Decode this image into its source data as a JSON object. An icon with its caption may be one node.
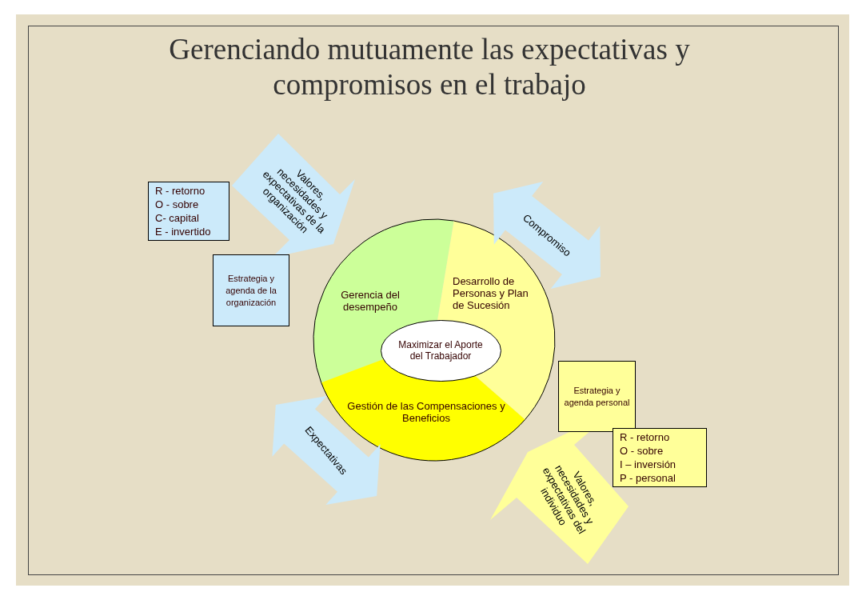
{
  "diagram": {
    "title": "Gerenciando mutuamente las expectativas y compromisos en el trabajo",
    "nodes": [
      {
        "text": [
          "R - retorno",
          "O - sobre",
          "C- capital",
          "E - invertido"
        ]
      },
      {
        "text": [
          "Valores, necesidades y expectativas de la organización"
        ]
      },
      {
        "text": [
          "Compromiso"
        ]
      },
      {
        "text": [
          "Estrategia y agenda de la organización"
        ]
      },
      {
        "text": [
          "Gerencia del desempeño"
        ]
      },
      {
        "text": [
          "Desarrollo de Personas y Plan de Sucesión"
        ]
      },
      {
        "text": [
          "Maximizar el Aporte del Trabajador"
        ]
      },
      {
        "text": [
          "Estrategia y agenda personal"
        ]
      },
      {
        "text": [
          "Gestión de las Compensaciones y Beneficios"
        ]
      },
      {
        "text": [
          "Expectativas"
        ]
      },
      {
        "text": [
          "R - retorno",
          "O - sobre",
          "I – inversión",
          "P - personal"
        ]
      },
      {
        "text": [
          "Valores, necesidades y expectativas del individuo"
        ]
      }
    ]
  }
}
